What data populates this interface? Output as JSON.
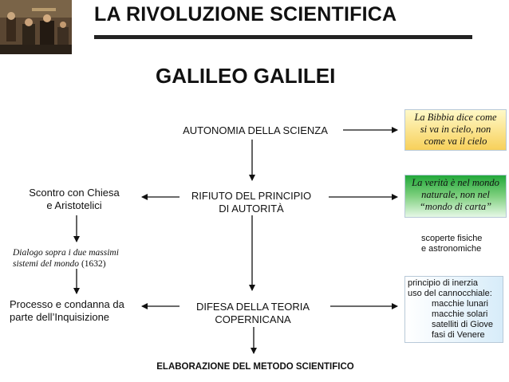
{
  "header": {
    "title": "LA RIVOLUZIONE SCIENTIFICA",
    "subtitle": "GALILEO GALILEI"
  },
  "center": {
    "autonomia": "AUTONOMIA DELLA SCIENZA",
    "rifiuto_line1": "RIFIUTO DEL PRINCIPIO",
    "rifiuto_line2": "DI AUTORITÀ",
    "difesa_line1": "DIFESA DELLA TEORIA",
    "difesa_line2": "COPERNICANA",
    "metodo": "ELABORAZIONE DEL METODO SCIENTIFICO"
  },
  "left": {
    "scontro_line1": "Scontro con Chiesa",
    "scontro_line2": "e Aristotelici",
    "dialogo_line1": "Dialogo sopra i due massimi",
    "dialogo_line2_italic": "sistemi del mondo",
    "dialogo_line2_year": " (1632)",
    "processo_line1": "Processo e condanna da",
    "processo_line2": "parte dell’Inquisizione"
  },
  "right": {
    "bibbia": [
      "La Bibbia dice come",
      "si va in cielo, non",
      "come va  il cielo"
    ],
    "verita": [
      "La verità è nel mondo",
      "naturale, non nel",
      "“mondo di carta”"
    ],
    "scoperte": [
      "scoperte fisiche",
      "e astronomiche"
    ],
    "principio": [
      "principio di inerzia",
      "uso del cannocchiale:"
    ],
    "cannocchiale_items": [
      "macchie lunari",
      "macchie solari",
      "satelliti di Giove",
      "fasi di Venere"
    ]
  },
  "colors": {
    "amber_box": "#f7d05a",
    "green_box": "#22a83a",
    "blue_box": "#d7ecf9",
    "arrow": "#111111"
  }
}
